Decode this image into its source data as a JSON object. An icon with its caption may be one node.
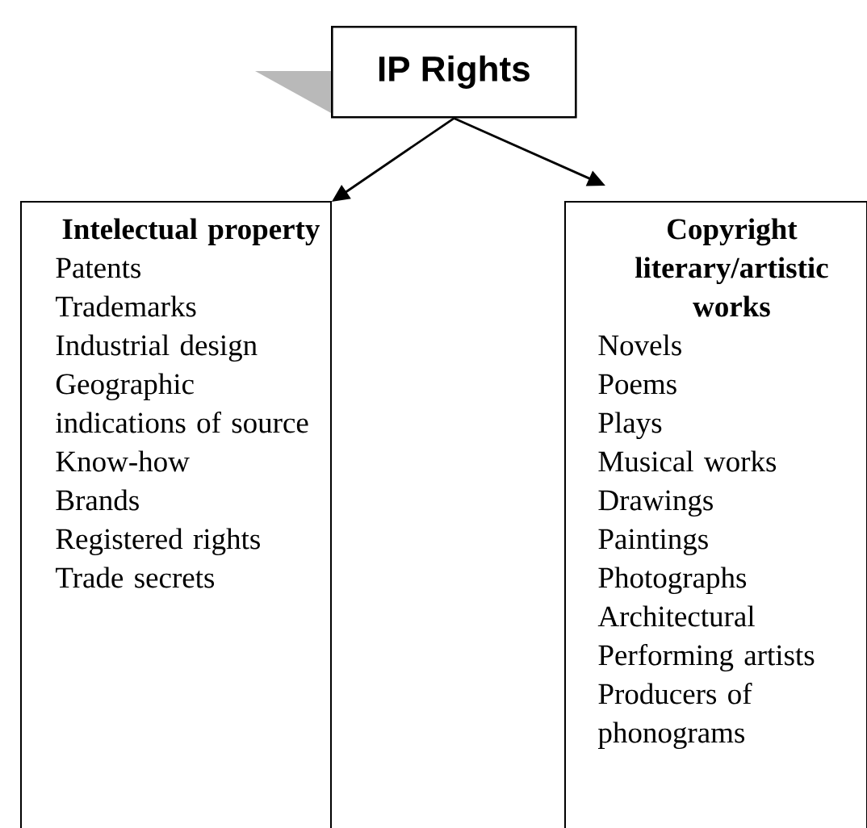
{
  "diagram": {
    "nodes": [
      {
        "text": [
          "IP Rights"
        ]
      },
      {
        "text": [
          "Intelectual property",
          "Patents",
          "Trademarks",
          "Industrial design",
          "Geographic indications of source",
          "Know-how",
          "Brands",
          "Registered rights",
          "Trade secrets"
        ]
      },
      {
        "text": [
          "Copyright literary/artistic works",
          "Novels",
          "Poems",
          "Plays",
          "Musical works",
          "Drawings",
          "Paintings",
          "Photographs",
          "Architectural",
          "Performing artists",
          "Producers of phonograms"
        ]
      }
    ],
    "edges": [
      {
        "from": 0,
        "to": 1,
        "arrow": "to"
      },
      {
        "from": 0,
        "to": 2,
        "arrow": "to"
      }
    ]
  }
}
